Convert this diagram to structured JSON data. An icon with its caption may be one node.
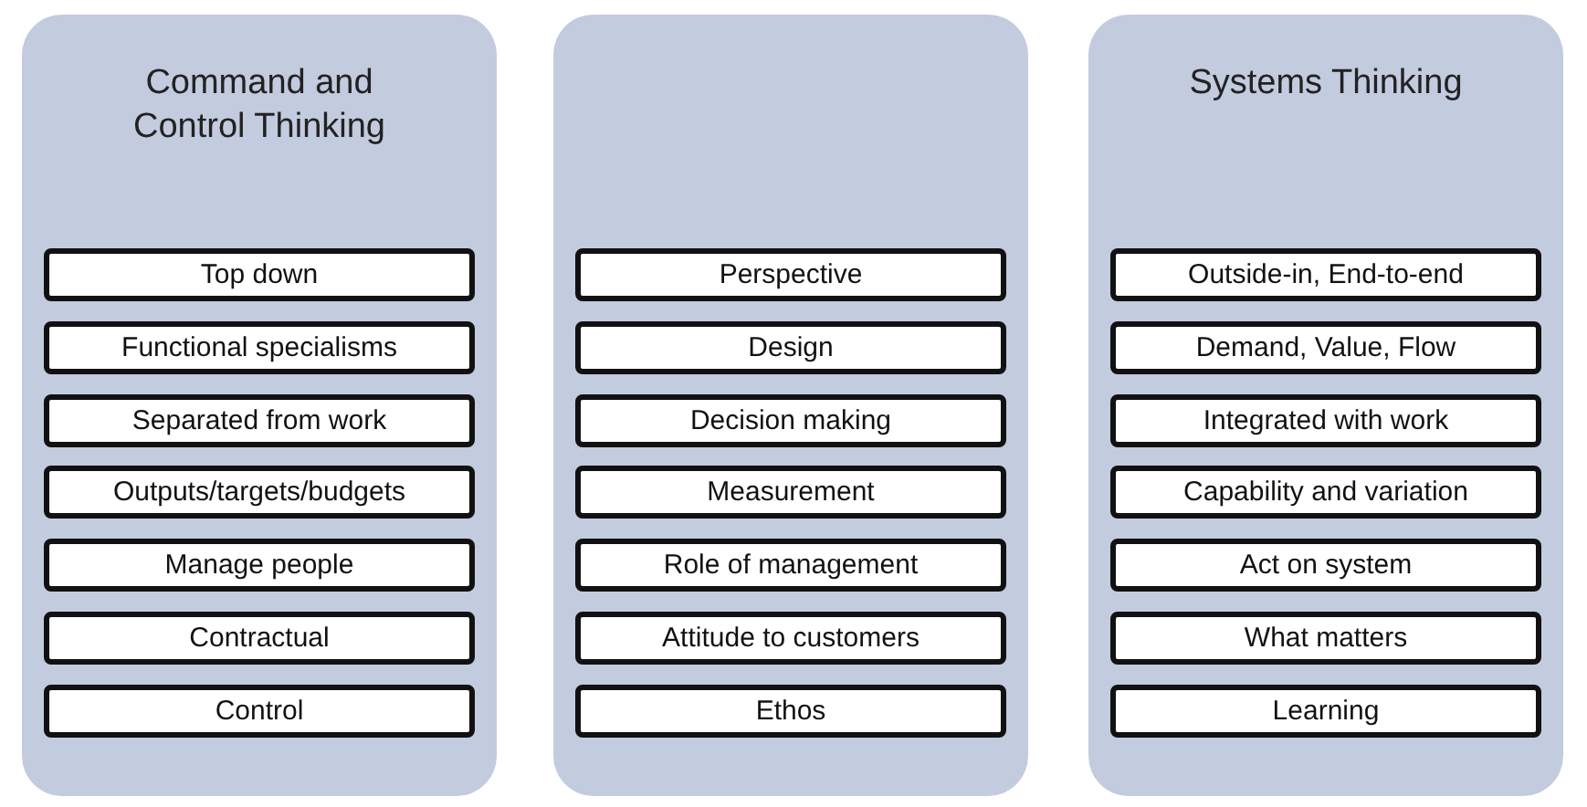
{
  "diagram": {
    "nodes": [
      {
        "text": [
          "Command and Control Thinking"
        ]
      },
      {
        "text": [
          "Top down"
        ],
        "in": 0
      },
      {
        "text": [
          "Functional specialisms"
        ],
        "in": 0
      },
      {
        "text": [
          "Separated from work"
        ],
        "in": 0
      },
      {
        "text": [
          "Outputs/targets/budgets"
        ],
        "in": 0
      },
      {
        "text": [
          "Manage people"
        ],
        "in": 0
      },
      {
        "text": [
          "Contractual"
        ],
        "in": 0
      },
      {
        "text": [
          "Control"
        ],
        "in": 0
      },
      {
        "text": [],
        "shape": "box"
      },
      {
        "text": [
          "Perspective"
        ],
        "in": 8
      },
      {
        "text": [
          "Design"
        ],
        "in": 8
      },
      {
        "text": [
          "Decision making"
        ],
        "in": 8
      },
      {
        "text": [
          "Measurement"
        ],
        "in": 8
      },
      {
        "text": [
          "Role of management"
        ],
        "in": 8
      },
      {
        "text": [
          "Attitude to customers"
        ],
        "in": 8
      },
      {
        "text": [
          "Ethos"
        ],
        "in": 8
      },
      {
        "text": [
          "Systems Thinking"
        ]
      },
      {
        "text": [
          "Outside-in, End-to-end"
        ],
        "in": 16
      },
      {
        "text": [
          "Demand, Value, Flow"
        ],
        "in": 16
      },
      {
        "text": [
          "Integrated with work"
        ],
        "in": 16
      },
      {
        "text": [
          "Capability and variation"
        ],
        "in": 16
      },
      {
        "text": [
          "Act on system"
        ],
        "in": 16
      },
      {
        "text": [
          "What matters"
        ],
        "in": 16
      },
      {
        "text": [
          "Learning"
        ],
        "in": 16
      }
    ]
  }
}
